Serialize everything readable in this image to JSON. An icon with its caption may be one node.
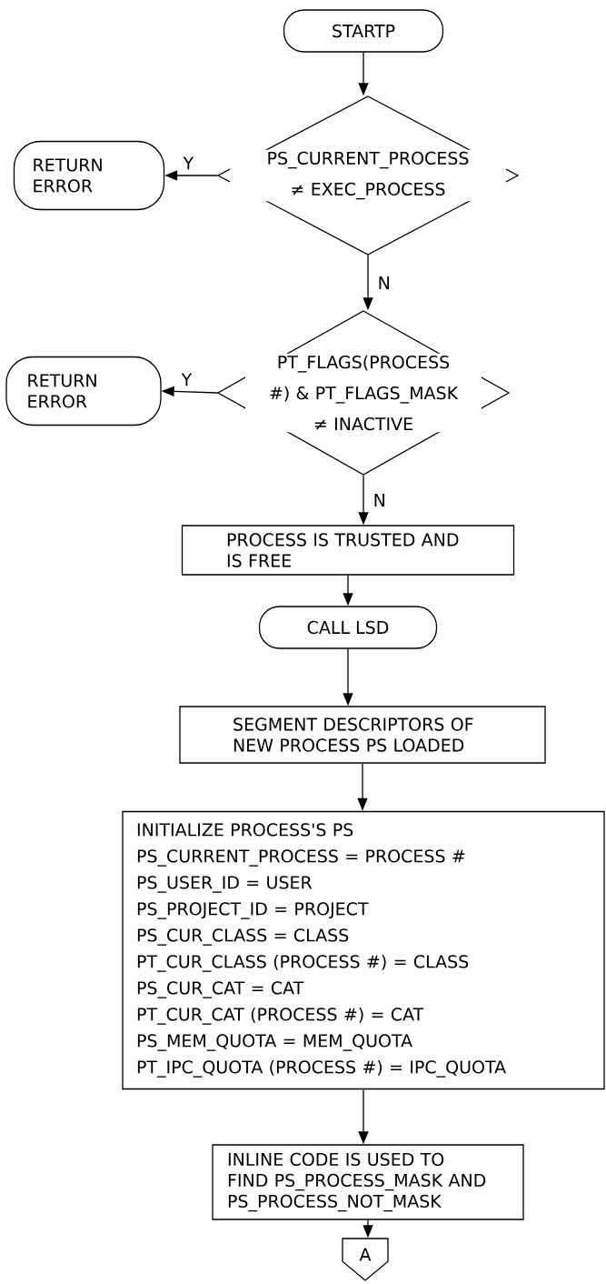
{
  "diagram": {
    "nodes": [
      {
        "text": [
          "STARTP"
        ]
      },
      {
        "text": [
          "PS_CURRENT_PROCESS ≠ EXEC_PROCESS"
        ]
      },
      {
        "text": [
          "RETURN ERROR"
        ]
      },
      {
        "text": [
          "PT_FLAGS(PROCESS #) & PT_FLAGS_MASK ≠ INACTIVE"
        ]
      },
      {
        "text": [
          "RETURN ERROR"
        ]
      },
      {
        "text": [
          "PROCESS IS TRUSTED AND IS FREE"
        ]
      },
      {
        "text": [
          "CALL LSD"
        ]
      },
      {
        "text": [
          "SEGMENT DESCRIPTORS OF NEW PROCESS PS LOADED"
        ]
      },
      {
        "text": [
          "INITIALIZE PROCESS'S PS",
          "PS_CURRENT_PROCESS = PROCESS #",
          "PS_USER_ID = USER",
          "PS_PROJECT_ID = PROJECT",
          "PS_CUR_CLASS = CLASS",
          "PT_CUR_CLASS (PROCESS #) = CLASS",
          "PS_CUR_CAT = CAT",
          "PT_CUR_CAT (PROCESS #) = CAT",
          "PS_MEM_QUOTA = MEM_QUOTA",
          "PT_IPC_QUOTA (PROCESS #) = IPC_QUOTA"
        ]
      },
      {
        "text": [
          "INLINE CODE IS USED TO FIND PS_PROCESS_MASK AND PS_PROCESS_NOT_MASK"
        ]
      },
      {
        "text": [
          "A"
        ]
      }
    ],
    "edges": [
      {
        "from": 0,
        "to": 1,
        "arrow": "to"
      },
      {
        "from": 1,
        "to": 2,
        "arrow": "to",
        "label": "Y"
      },
      {
        "from": 1,
        "to": 3,
        "arrow": "to",
        "label": "N"
      },
      {
        "from": 3,
        "to": 4,
        "arrow": "to",
        "label": "Y"
      },
      {
        "from": 3,
        "to": 5,
        "arrow": "to",
        "label": "N"
      },
      {
        "from": 5,
        "to": 6,
        "arrow": "to"
      },
      {
        "from": 6,
        "to": 7,
        "arrow": "to"
      },
      {
        "from": 7,
        "to": 8,
        "arrow": "to"
      },
      {
        "from": 8,
        "to": 9,
        "arrow": "to"
      },
      {
        "from": 9,
        "to": 10,
        "arrow": "to"
      }
    ]
  }
}
